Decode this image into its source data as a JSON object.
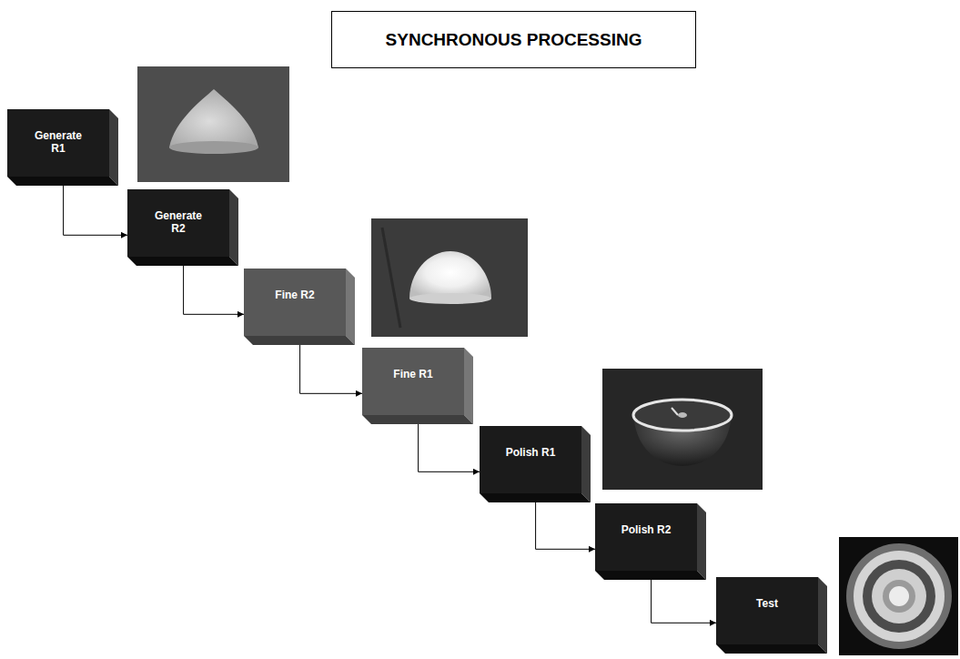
{
  "diagram": {
    "title": "SYNCHRONOUS PROCESSING",
    "nodes": [
      {
        "text": [
          "Generate R1"
        ]
      },
      {
        "text": [
          "Generate R2"
        ]
      },
      {
        "text": [
          "Fine R2"
        ]
      },
      {
        "text": [
          "Fine R1"
        ]
      },
      {
        "text": [
          "Polish R1"
        ]
      },
      {
        "text": [
          "Polish R2"
        ]
      },
      {
        "text": [
          "Test"
        ]
      }
    ],
    "edges": [
      {
        "from": 0,
        "to": 1,
        "arrow": "to"
      },
      {
        "from": 1,
        "to": 2,
        "arrow": "to"
      },
      {
        "from": 2,
        "to": 3,
        "arrow": "to"
      },
      {
        "from": 3,
        "to": 4,
        "arrow": "to"
      },
      {
        "from": 4,
        "to": 5,
        "arrow": "to"
      },
      {
        "from": 5,
        "to": 6,
        "arrow": "to"
      }
    ]
  }
}
